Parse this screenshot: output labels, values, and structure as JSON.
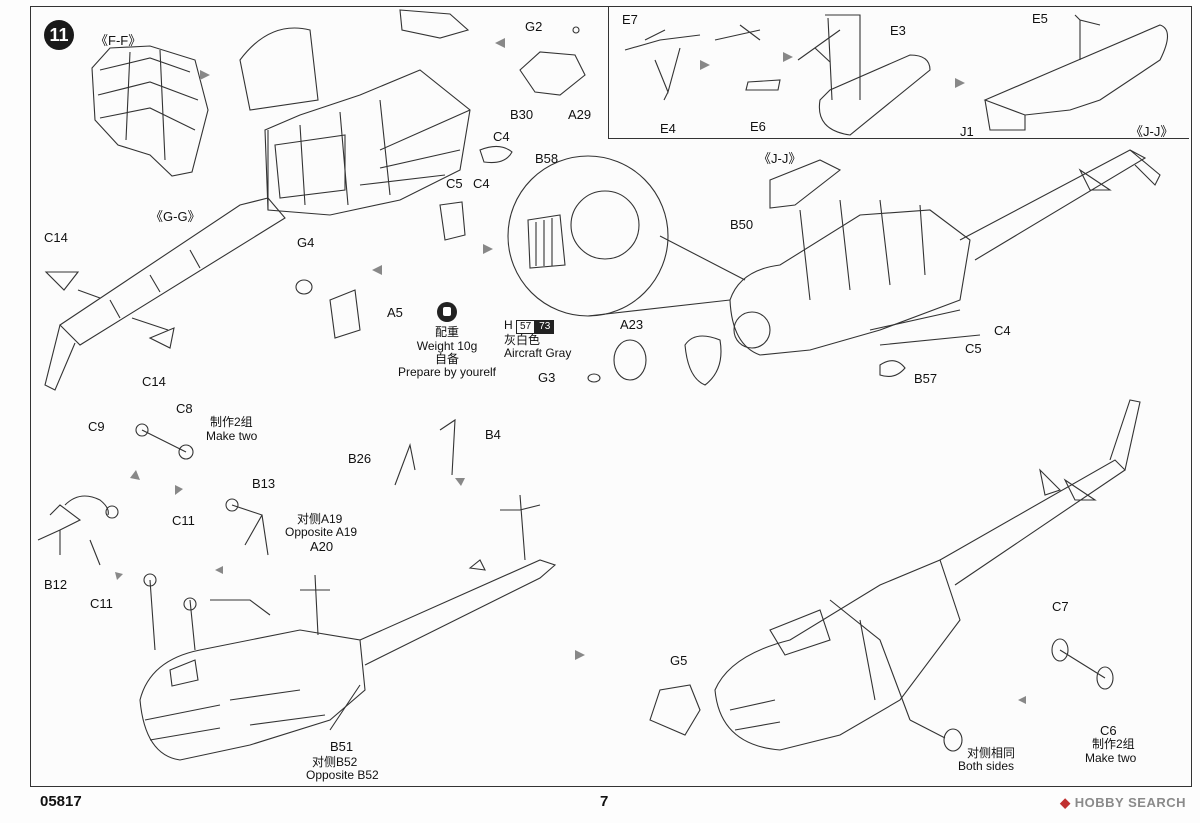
{
  "page": {
    "step_number": "11",
    "product_code": "05817",
    "page_number": "7",
    "watermark": "HOBBY SEARCH"
  },
  "top_panel": {
    "section_ff": "《F-F》",
    "section_gg": "《G-G》",
    "section_jj_main": "《J-J》",
    "parts": {
      "g2": "G2",
      "a29": "A29",
      "b30": "B30",
      "c4a": "C4",
      "b58": "B58",
      "c5": "C5",
      "c4b": "C4",
      "c14_top": "C14",
      "c14_bottom": "C14",
      "g4": "G4",
      "a5": "A5",
      "a23": "A23",
      "g3": "G3",
      "b50": "B50",
      "c4_right": "C4",
      "c5_right": "C5",
      "b57": "B57"
    },
    "weight_note": {
      "cn": "配重",
      "en": "Weight 10g",
      "cn2": "自备",
      "en2": "Prepare by yourelf"
    },
    "paint": {
      "letter": "H",
      "code1": "57",
      "code2": "73",
      "cn": "灰白色",
      "en": "Aircraft Gray"
    }
  },
  "inset_panel": {
    "section_jj": "《J-J》",
    "parts": {
      "e7": "E7",
      "e4": "E4",
      "e6": "E6",
      "e3": "E3",
      "e5": "E5",
      "j1": "J1"
    }
  },
  "bottom_panel": {
    "parts": {
      "c9": "C9",
      "c8": "C8",
      "b26": "B26",
      "b4": "B4",
      "c11a": "C11",
      "b13": "B13",
      "b12": "B12",
      "c11b": "C11",
      "a20": "A20",
      "b51": "B51",
      "g5": "G5",
      "c7": "C7",
      "c6": "C6"
    },
    "notes": {
      "make_two_cn": "制作2组",
      "make_two_en": "Make two",
      "opp_a19_cn": "对侧A19",
      "opp_a19_en": "Opposite A19",
      "opp_b52_cn": "对侧B52",
      "opp_b52_en": "Opposite B52",
      "both_sides_cn": "对侧相同",
      "both_sides_en": "Both sides",
      "make_two2_cn": "制作2组",
      "make_two2_en": "Make two"
    }
  }
}
